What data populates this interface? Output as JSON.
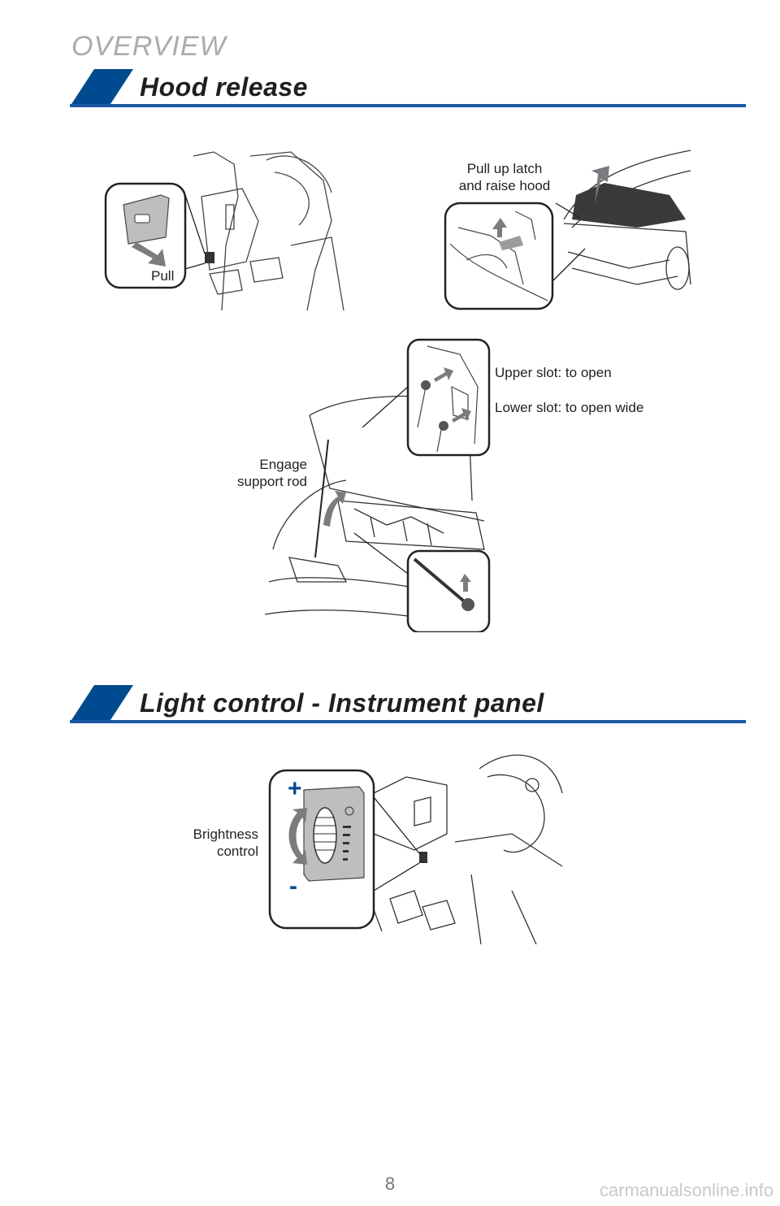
{
  "header": {
    "section": "OVERVIEW"
  },
  "colors": {
    "accent": "#004a8f",
    "rule": "#1a5aa0"
  },
  "hood_release": {
    "title": "Hood release",
    "pull_label": "Pull",
    "latch_label_line1": "Pull up latch",
    "latch_label_line2": "and raise hood",
    "engage_line1": "Engage",
    "engage_line2": "support rod",
    "upper_slot": "Upper slot: to open",
    "lower_slot": "Lower slot: to open wide"
  },
  "light_control": {
    "title": "Light control - Instrument panel",
    "brightness_line1": "Brightness",
    "brightness_line2": "control",
    "plus_sign": "+",
    "minus_sign": "-"
  },
  "footer": {
    "page_number": "8",
    "watermark": "carmanualsonline.info"
  }
}
